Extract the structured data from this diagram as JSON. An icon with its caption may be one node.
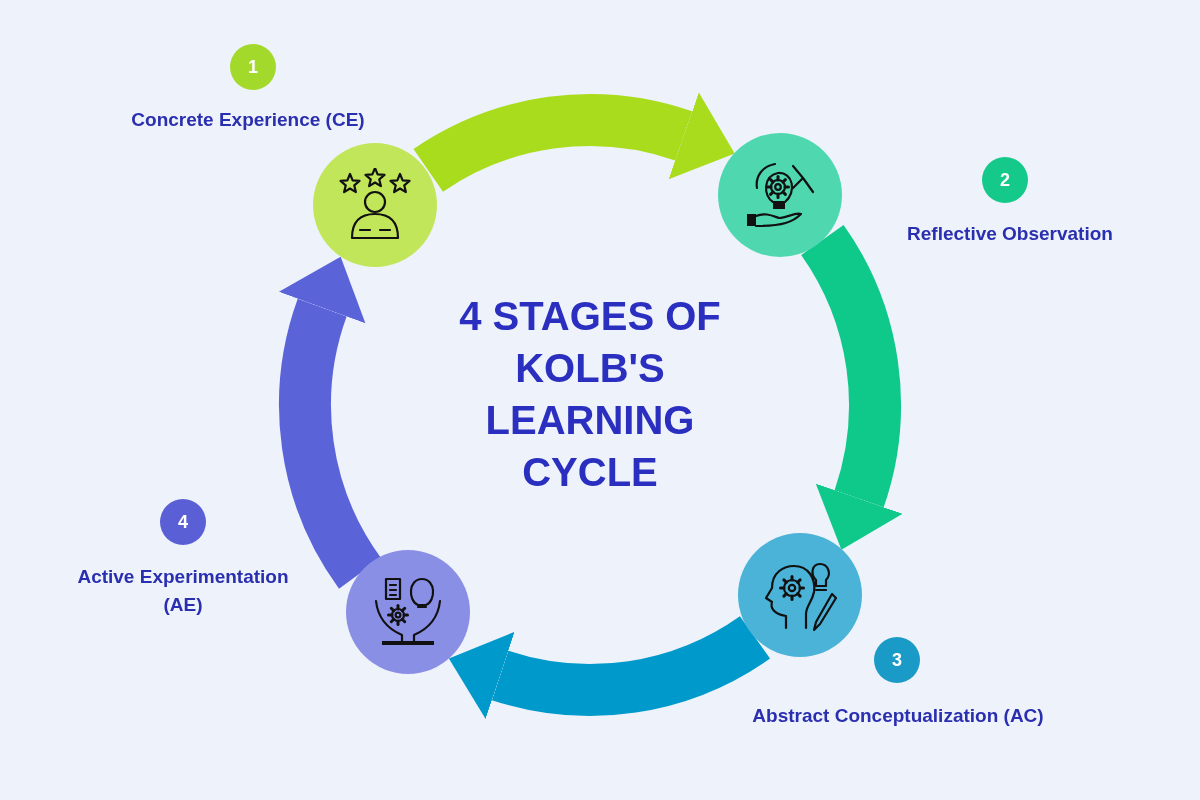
{
  "diagram": {
    "title": "4 STAGES OF KOLB'S LEARNING CYCLE",
    "nodes": [
      {
        "text": [],
        "shape": "circle"
      },
      {
        "text": [],
        "shape": "circle"
      },
      {
        "text": [],
        "shape": "circle"
      },
      {
        "text": [],
        "shape": "circle"
      },
      {
        "text": [
          "1"
        ],
        "beside": [
          "Concrete Experience (CE)"
        ]
      },
      {
        "text": [
          "2"
        ],
        "beside": [
          "Reflective Observation"
        ]
      },
      {
        "text": [
          "3"
        ],
        "beside": [
          "Abstract Conceptualization (AC)"
        ]
      },
      {
        "text": [
          "4"
        ],
        "beside": [
          "Active Experimentation (AE)"
        ]
      }
    ],
    "edges": [
      {
        "from": 0,
        "to": 1,
        "arrow": "to",
        "color": "#a8dc1c"
      },
      {
        "from": 1,
        "to": 2,
        "arrow": "to",
        "color": "#0ec98a"
      },
      {
        "from": 2,
        "to": 3,
        "arrow": "to",
        "color": "#0099cc"
      },
      {
        "from": 3,
        "to": 0,
        "arrow": "to",
        "color": "#5a63d8"
      }
    ]
  }
}
